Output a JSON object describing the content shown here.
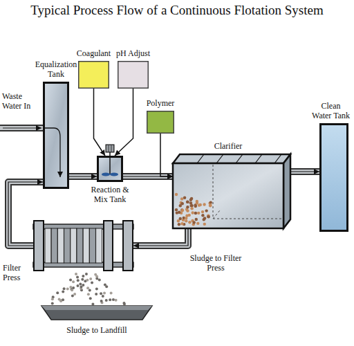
{
  "diagram": {
    "title": "Typical Process Flow of a Continuous Flotation System",
    "nodes": [
      {
        "text": [
          "Equalization Tank"
        ]
      },
      {
        "text": [
          "Coagulant"
        ]
      },
      {
        "text": [
          "pH Adjust"
        ]
      },
      {
        "text": [
          "Reaction & Mix Tank"
        ]
      },
      {
        "text": [
          "Polymer"
        ]
      },
      {
        "text": [
          "Clarifier"
        ]
      },
      {
        "text": [
          "Clean Water Tank"
        ]
      },
      {
        "text": [
          "Filter Press"
        ]
      }
    ],
    "edges": [
      {
        "from": 0,
        "to": 3,
        "arrow": "to"
      },
      {
        "from": 1,
        "to": 3,
        "arrow": "to"
      },
      {
        "from": 2,
        "to": 3,
        "arrow": "to"
      },
      {
        "from": 3,
        "to": 5,
        "arrow": "to"
      },
      {
        "from": 4,
        "to": 5,
        "arrow": "to"
      },
      {
        "from": 5,
        "to": 6,
        "arrow": "to"
      },
      {
        "from": 5,
        "to": 7,
        "label": "Sludge to Filter Press",
        "arrow": "to"
      },
      {
        "from": 7,
        "to": 0,
        "arrow": "to"
      }
    ],
    "labels": [
      "Waste Water In",
      "Sludge to Landfill"
    ]
  }
}
